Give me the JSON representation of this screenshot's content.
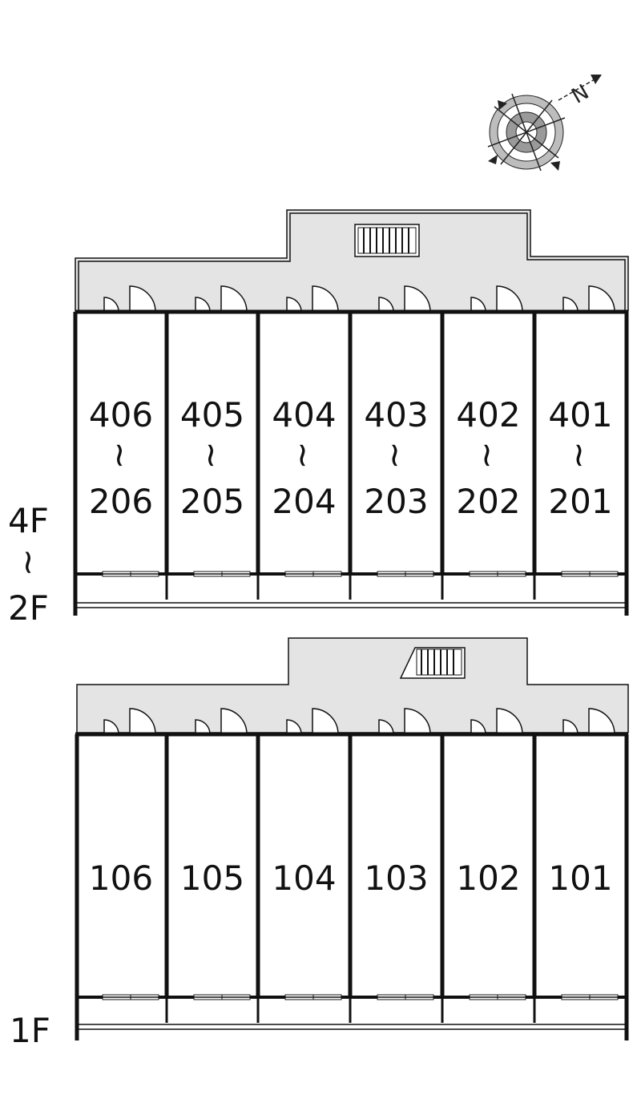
{
  "compass": {
    "icon": "north-compass-icon",
    "label": "N"
  },
  "upper_plan": {
    "floor_label_top": "4F",
    "floor_label_range": "~",
    "floor_label_bottom": "2F",
    "units": [
      {
        "top": "406",
        "sep": "~",
        "bottom": "206"
      },
      {
        "top": "405",
        "sep": "~",
        "bottom": "205"
      },
      {
        "top": "404",
        "sep": "~",
        "bottom": "204"
      },
      {
        "top": "403",
        "sep": "~",
        "bottom": "203"
      },
      {
        "top": "402",
        "sep": "~",
        "bottom": "202"
      },
      {
        "top": "401",
        "sep": "~",
        "bottom": "201"
      }
    ]
  },
  "lower_plan": {
    "floor_label": "1F",
    "units": [
      "106",
      "105",
      "104",
      "103",
      "102",
      "101"
    ]
  },
  "colors": {
    "corridor": "#e4e4e4",
    "wall": "#111111"
  }
}
